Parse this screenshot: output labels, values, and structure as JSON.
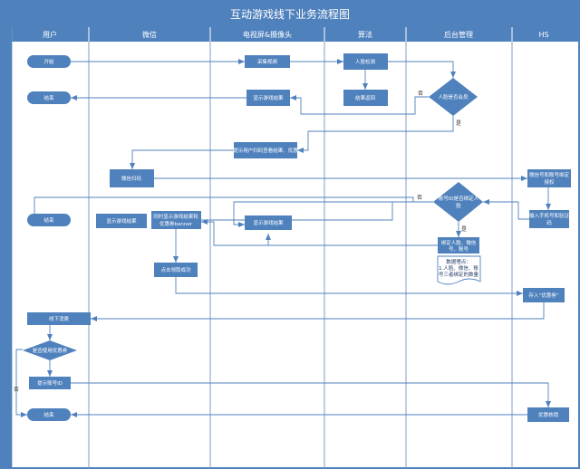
{
  "title": "互动游戏线下业务流程图",
  "lanes": [
    "用户",
    "微信",
    "电视屏&摄像头",
    "算法",
    "后台管理",
    "HS"
  ],
  "nodes": {
    "start": "开始",
    "collect": "采集视频",
    "detect": "人脸检测",
    "show_result_1": "显示游戏结果",
    "result_return": "结果返回",
    "is_member": "人脸是否会员",
    "end_1": "结束",
    "prompt_scan": "提示用户扫码查看结果、优惠",
    "wechat_scan": "微信扫码",
    "hs_auth_1": "微信号和账号绑定",
    "hs_auth_2": "授权",
    "account_bound_1": "账号ID是否绑定人",
    "account_bound_2": "脸",
    "end_2": "结束",
    "show_result_wx": "显示游戏结果",
    "sync_1": "同时显示游戏结果和",
    "sync_2": "优惠券banner",
    "show_result_tv": "显示游戏结果",
    "input_phone_1": "输入手机号和验证",
    "input_phone_2": "码",
    "bind_1": "绑定人脸、微信",
    "bind_2": "号、账号",
    "stat_1": "数据埋点：",
    "stat_2": "1.人脸、微信、账",
    "stat_3": "号三者绑定的数量",
    "claim": "点击领取成功",
    "save_coupon": "存入“优惠券”",
    "offline": "线下消费",
    "use_coupon": "是否使用优惠券",
    "show_account": "提示账号ID",
    "end_3": "结束",
    "coupon_done": "优惠核销"
  },
  "edge_labels": {
    "yes_1": "是",
    "no_1": "否",
    "yes_2": "是",
    "no_2": "否",
    "no_3": "否"
  },
  "colors": {
    "header": "#4f81bd",
    "node": "#4f81bd",
    "line": "#4f81bd",
    "border": "#5b7fae",
    "lane_line": "#7f9dc4"
  }
}
